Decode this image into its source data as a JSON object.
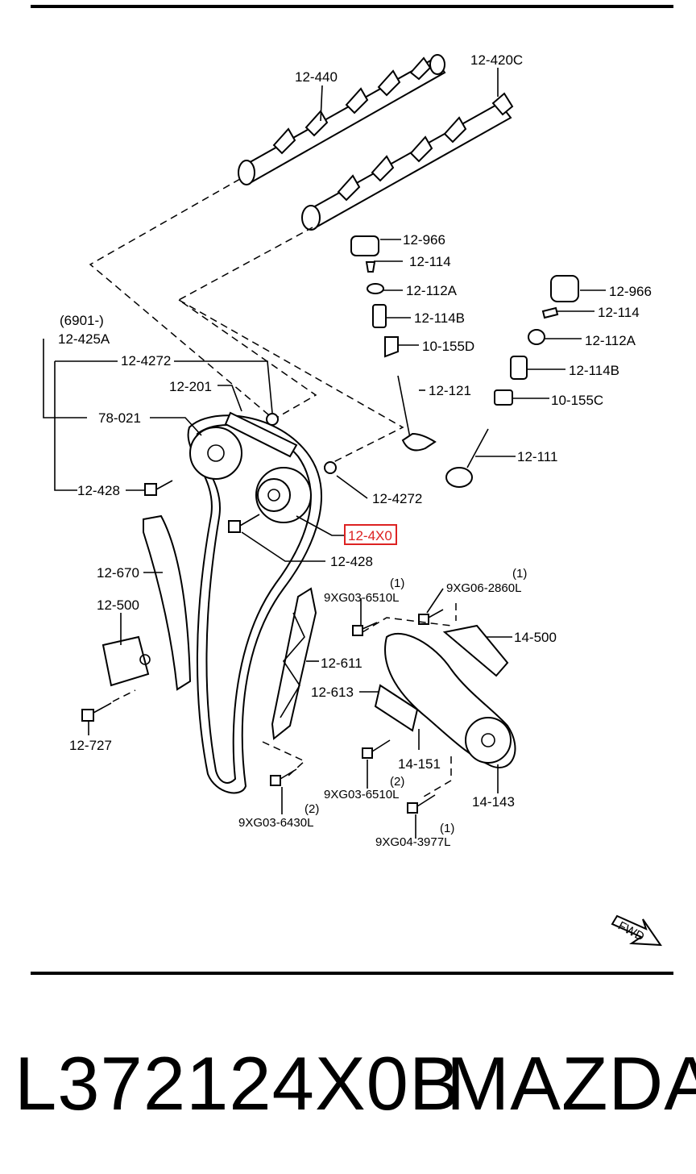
{
  "labels": {
    "l_12_440": "12-440",
    "l_12_420c": "12-420C",
    "l_12_966_a": "12-966",
    "l_12_114_a": "12-114",
    "l_12_112a_a": "12-112A",
    "l_12_114b_a": "12-114B",
    "l_10_155d": "10-155D",
    "l_12_966_b": "12-966",
    "l_12_114_b": "12-114",
    "l_12_112a_b": "12-112A",
    "l_12_114b_b": "12-114B",
    "l_10_155c": "10-155C",
    "l_6901": "(6901-)",
    "l_12_425a": "12-425A",
    "l_12_4272_a": "12-4272",
    "l_12_201": "12-201",
    "l_78_021": "78-021",
    "l_12_121": "12-121",
    "l_12_111": "12-111",
    "l_12_428_a": "12-428",
    "l_12_4272_b": "12-4272",
    "l_12_4x0": "12-4X0",
    "l_12_428_b": "12-428",
    "l_12_670": "12-670",
    "l_12_500": "12-500",
    "l_12_727": "12-727",
    "l_q1_a": "(1)",
    "l_9xg03_6510l_a": "9XG03-6510L",
    "l_q1_b": "(1)",
    "l_9xg06_2860l": "9XG06-2860L",
    "l_14_500": "14-500",
    "l_12_611": "12-611",
    "l_12_613": "12-613",
    "l_14_151": "14-151",
    "l_q2_a": "(2)",
    "l_9xg03_6510l_b": "9XG03-6510L",
    "l_14_143": "14-143",
    "l_q2_b": "(2)",
    "l_9xg03_6430l": "9XG03-6430L",
    "l_q1_c": "(1)",
    "l_9xg04_3977l": "9XG04-3977L",
    "fwd": "FWD"
  },
  "footer": {
    "part_number": "L372124X0B",
    "brand": "MAZDA"
  },
  "colors": {
    "highlight": "#dd2222",
    "line": "#000000",
    "background": "#ffffff"
  }
}
